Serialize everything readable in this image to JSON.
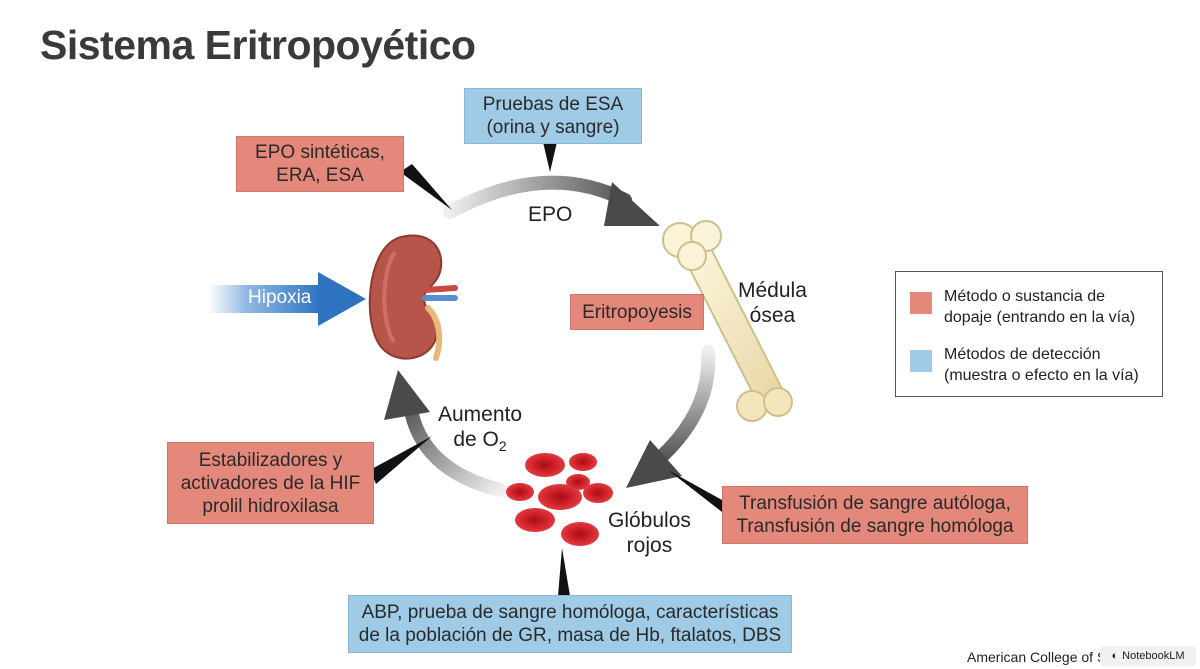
{
  "title": "Sistema Eritropoyético",
  "labels": {
    "epo": "EPO",
    "medula_line1": "Médula",
    "medula_line2": "ósea",
    "aumento_line1": "Aumento",
    "aumento_line2_prefix": "de O",
    "aumento_line2_sub": "2",
    "globulos_line1": "Glóbulos",
    "globulos_line2": "rojos",
    "hipoxia": "Hipoxia"
  },
  "boxes": {
    "pruebas_esa": [
      "Pruebas de ESA",
      "(orina y sangre)"
    ],
    "epo_sinteticas": [
      "EPO sintéticas,",
      "ERA, ESA"
    ],
    "eritropoyesis": [
      "Eritropoyesis"
    ],
    "estabilizadores": [
      "Estabilizadores y",
      "activadores de la HIF",
      "prolil hidroxilasa"
    ],
    "transfusion": [
      "Transfusión de sangre autóloga,",
      "Transfusión de sangre homóloga"
    ],
    "abp": [
      "ABP, prueba de sangre homóloga, características",
      "de la población de GR, masa de Hb, ftalatos, DBS"
    ]
  },
  "legend": {
    "items": [
      {
        "text_line1": "Método o sustancia de",
        "text_line2": "dopaje (entrando en la vía)",
        "color": "#e3887b"
      },
      {
        "text_line1": "Métodos de detección",
        "text_line2": "(muestra o efecto en la vía)",
        "color": "#9fcbe6"
      }
    ]
  },
  "footer": {
    "credit": "American College of S",
    "badge": "NotebookLM"
  },
  "colors": {
    "doping": "#e3887b",
    "detection": "#9fcbe6",
    "arrow_dark": "#4a4a4a",
    "hipoxia_arrow": "#3d7fc4"
  }
}
